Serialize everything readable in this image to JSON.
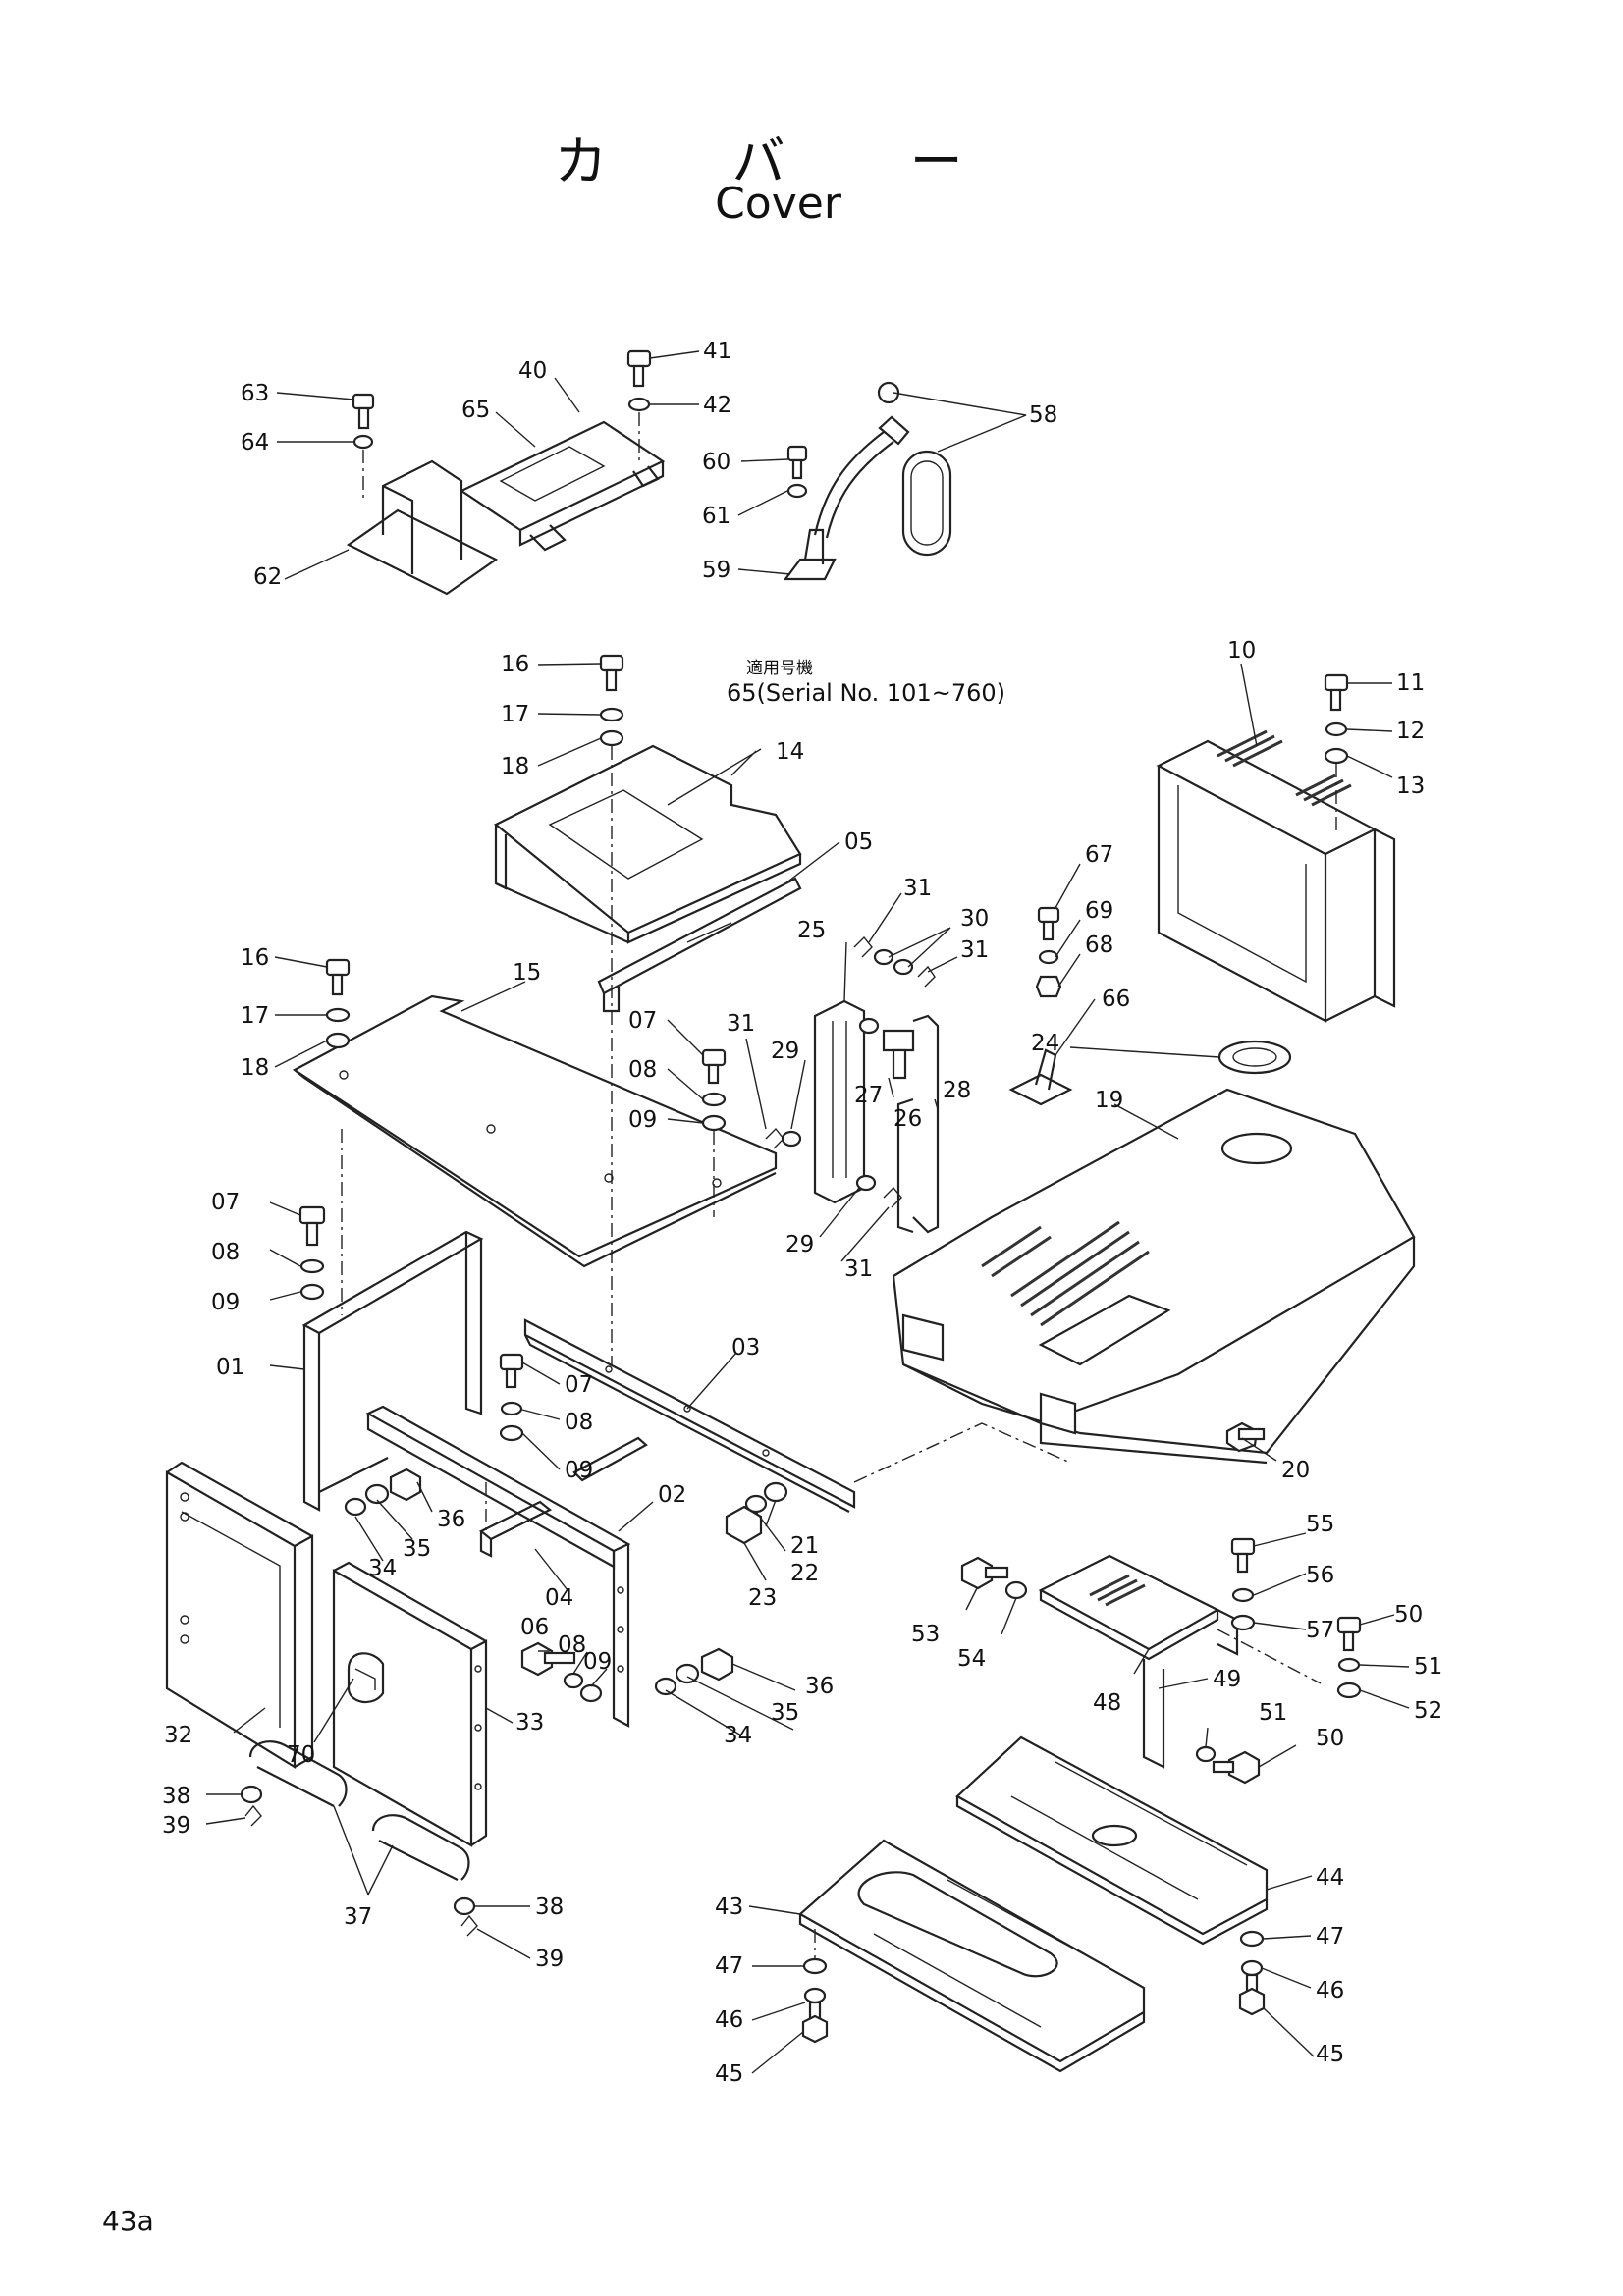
{
  "title_jp": "カ バ ー",
  "title_en": "Cover",
  "page_number": "43a",
  "serial_note": {
    "jp": "適用号機",
    "en": "65(Serial No. 101~760)"
  },
  "parts": [
    {
      "label": "63"
    },
    {
      "label": "64"
    },
    {
      "label": "40"
    },
    {
      "label": "65"
    },
    {
      "label": "41"
    },
    {
      "label": "42"
    },
    {
      "label": "62"
    },
    {
      "label": "60"
    },
    {
      "label": "61"
    },
    {
      "label": "59"
    },
    {
      "label": "58"
    },
    {
      "label": "16"
    },
    {
      "label": "17"
    },
    {
      "label": "18"
    },
    {
      "label": "14"
    },
    {
      "label": "05"
    },
    {
      "label": "10"
    },
    {
      "label": "11"
    },
    {
      "label": "12"
    },
    {
      "label": "13"
    },
    {
      "label": "16"
    },
    {
      "label": "17"
    },
    {
      "label": "18"
    },
    {
      "label": "15"
    },
    {
      "label": "31"
    },
    {
      "label": "30"
    },
    {
      "label": "31"
    },
    {
      "label": "25"
    },
    {
      "label": "67"
    },
    {
      "label": "69"
    },
    {
      "label": "68"
    },
    {
      "label": "66"
    },
    {
      "label": "07"
    },
    {
      "label": "08"
    },
    {
      "label": "09"
    },
    {
      "label": "31"
    },
    {
      "label": "29"
    },
    {
      "label": "27"
    },
    {
      "label": "26"
    },
    {
      "label": "28"
    },
    {
      "label": "24"
    },
    {
      "label": "19"
    },
    {
      "label": "29"
    },
    {
      "label": "31"
    },
    {
      "label": "07"
    },
    {
      "label": "08"
    },
    {
      "label": "09"
    },
    {
      "label": "01"
    },
    {
      "label": "07"
    },
    {
      "label": "08"
    },
    {
      "label": "09"
    },
    {
      "label": "03"
    },
    {
      "label": "20"
    },
    {
      "label": "36"
    },
    {
      "label": "34"
    },
    {
      "label": "35"
    },
    {
      "label": "02"
    },
    {
      "label": "21"
    },
    {
      "label": "22"
    },
    {
      "label": "23"
    },
    {
      "label": "04"
    },
    {
      "label": "55"
    },
    {
      "label": "56"
    },
    {
      "label": "50"
    },
    {
      "label": "53"
    },
    {
      "label": "54"
    },
    {
      "label": "57"
    },
    {
      "label": "51"
    },
    {
      "label": "52"
    },
    {
      "label": "48"
    },
    {
      "label": "49"
    },
    {
      "label": "51"
    },
    {
      "label": "50"
    },
    {
      "label": "06"
    },
    {
      "label": "08"
    },
    {
      "label": "09"
    },
    {
      "label": "36"
    },
    {
      "label": "35"
    },
    {
      "label": "34"
    },
    {
      "label": "32"
    },
    {
      "label": "70"
    },
    {
      "label": "33"
    },
    {
      "label": "38"
    },
    {
      "label": "39"
    },
    {
      "label": "37"
    },
    {
      "label": "38"
    },
    {
      "label": "39"
    },
    {
      "label": "44"
    },
    {
      "label": "43"
    },
    {
      "label": "47"
    },
    {
      "label": "47"
    },
    {
      "label": "46"
    },
    {
      "label": "46"
    },
    {
      "label": "45"
    },
    {
      "label": "45"
    }
  ]
}
